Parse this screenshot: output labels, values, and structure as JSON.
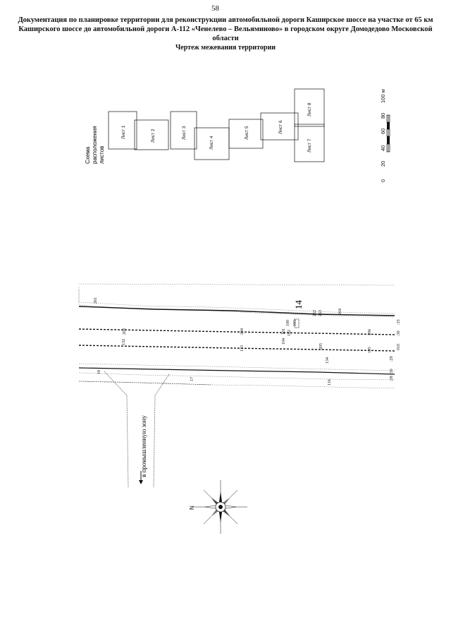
{
  "page_number": "58",
  "title": {
    "line1": "Документация по планировке территории для реконструкции автомобильной дороги Каширское шоссе на участке от 65 км",
    "line2": "Каширского шоссе до автомобильной дороги А-112 «Ченелево – Вельяминово» в городском округе Домодедово Московской области",
    "subtitle": "Чертеж межевания территории"
  },
  "sheet_scheme": {
    "caption_line1": "Схема",
    "caption_line2": "расположения",
    "caption_line3": "листов",
    "sheets": [
      "Лист 1",
      "Лист 2",
      "Лист 3",
      "Лист 4",
      "Лист 5",
      "Лист 6",
      "Лист 7",
      "Лист 8"
    ]
  },
  "scale_bar": {
    "ticks": [
      "0",
      "20",
      "40",
      "60",
      "80",
      "100 м"
    ]
  },
  "compass": {
    "north_label": "N"
  },
  "road_annotation": "в промышленную зону",
  "sheet_marker": "14",
  "point_labels": [
    "261",
    "262",
    "263",
    "264",
    "203",
    "132",
    "204",
    "133",
    "205",
    "134",
    "206",
    "135",
    "116",
    "17",
    "18",
    "100",
    "101",
    "102",
    "103",
    "104",
    ":28",
    ":29",
    ":30",
    ":33",
    ":50",
    "010"
  ],
  "colors": {
    "line": "#111111",
    "hatch": "#8a8a8a",
    "text": "#111111"
  }
}
